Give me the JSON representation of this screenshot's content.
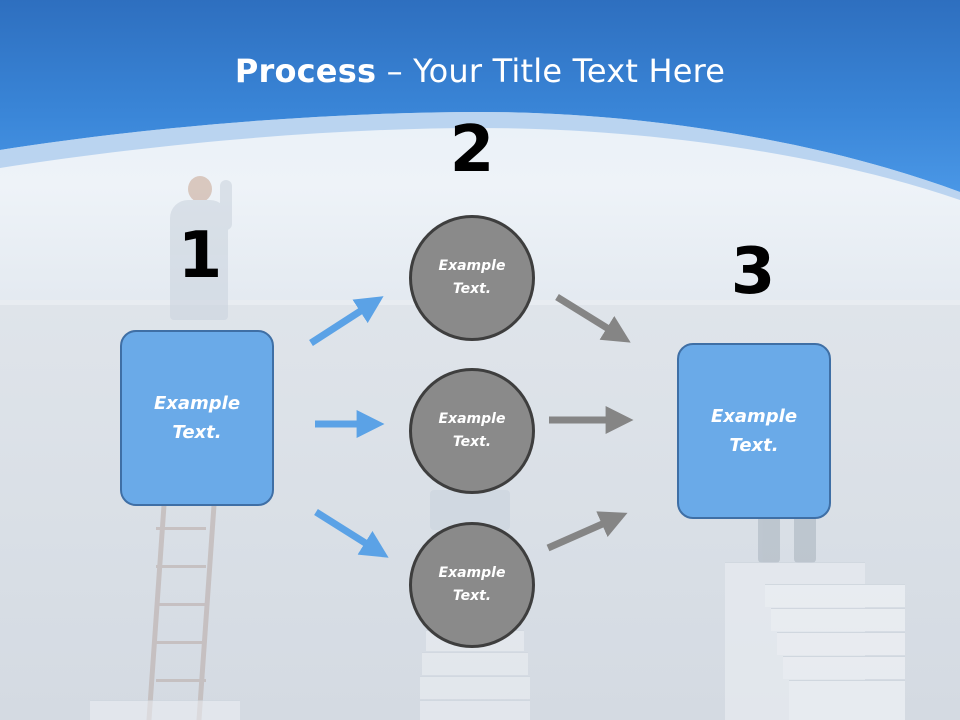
{
  "slide": {
    "title": {
      "bold": "Process",
      "separator": " – ",
      "rest": "Your Title Text Here"
    },
    "steps": [
      {
        "number": "1",
        "box_text_line1": "Example",
        "box_text_line2": "Text."
      },
      {
        "number": "2"
      },
      {
        "number": "3",
        "box_text_line1": "Example",
        "box_text_line2": "Text."
      }
    ],
    "circles": [
      {
        "line1": "Example",
        "line2": "Text."
      },
      {
        "line1": "Example",
        "line2": "Text."
      },
      {
        "line1": "Example",
        "line2": "Text."
      }
    ],
    "colors": {
      "header_blue": "#3a86d8",
      "box_fill": "#6aaae8",
      "box_border": "#3f6fa5",
      "circle_fill": "#8a8a8a",
      "circle_border": "#3e3e3e",
      "blue_arrow": "#5ba2e6",
      "gray_arrow": "#858585"
    }
  }
}
